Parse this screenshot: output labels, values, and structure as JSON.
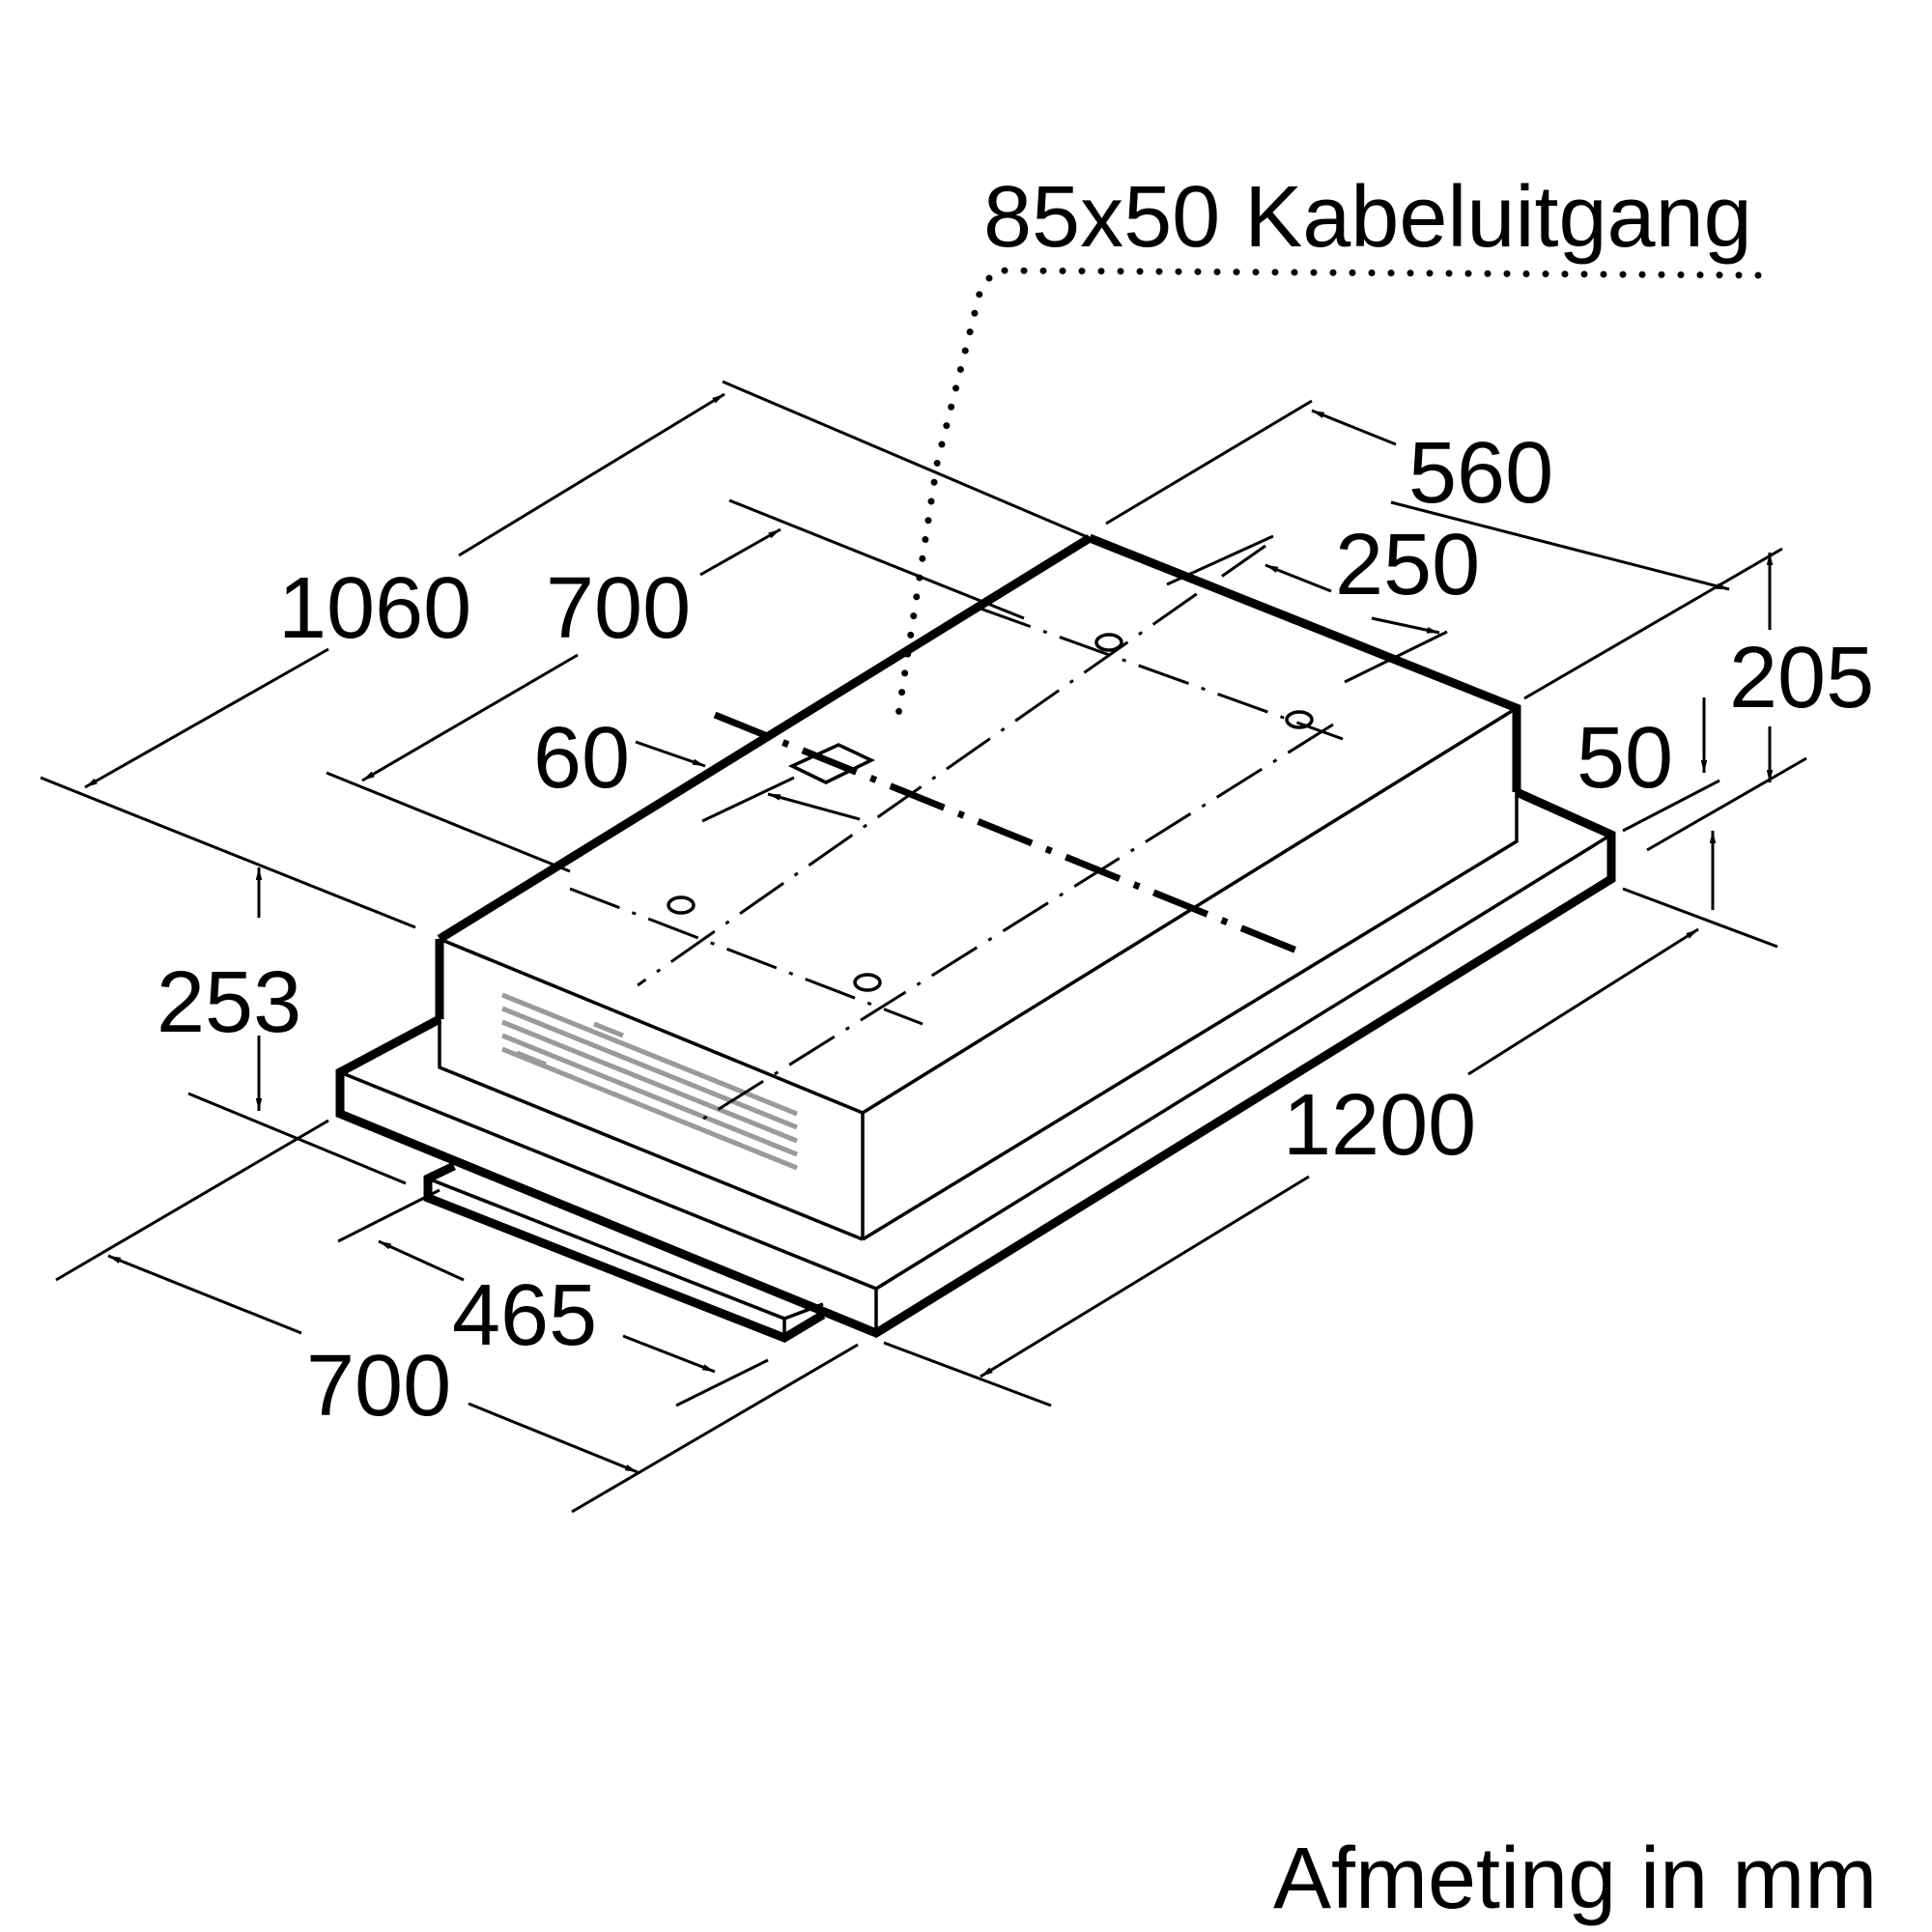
{
  "diagram": {
    "annotation_cable": "85x50 Kabeluitgang",
    "unit_note": "Afmeting in mm",
    "dimensions": {
      "total_depth": "1060",
      "body_depth_top": "700",
      "body_width_560": "560",
      "mount_250": "250",
      "height_205": "205",
      "step_50": "50",
      "outlet_60": "60",
      "height_253": "253",
      "total_width": "1200",
      "drawer_465": "465",
      "bottom_depth_700": "700"
    }
  }
}
